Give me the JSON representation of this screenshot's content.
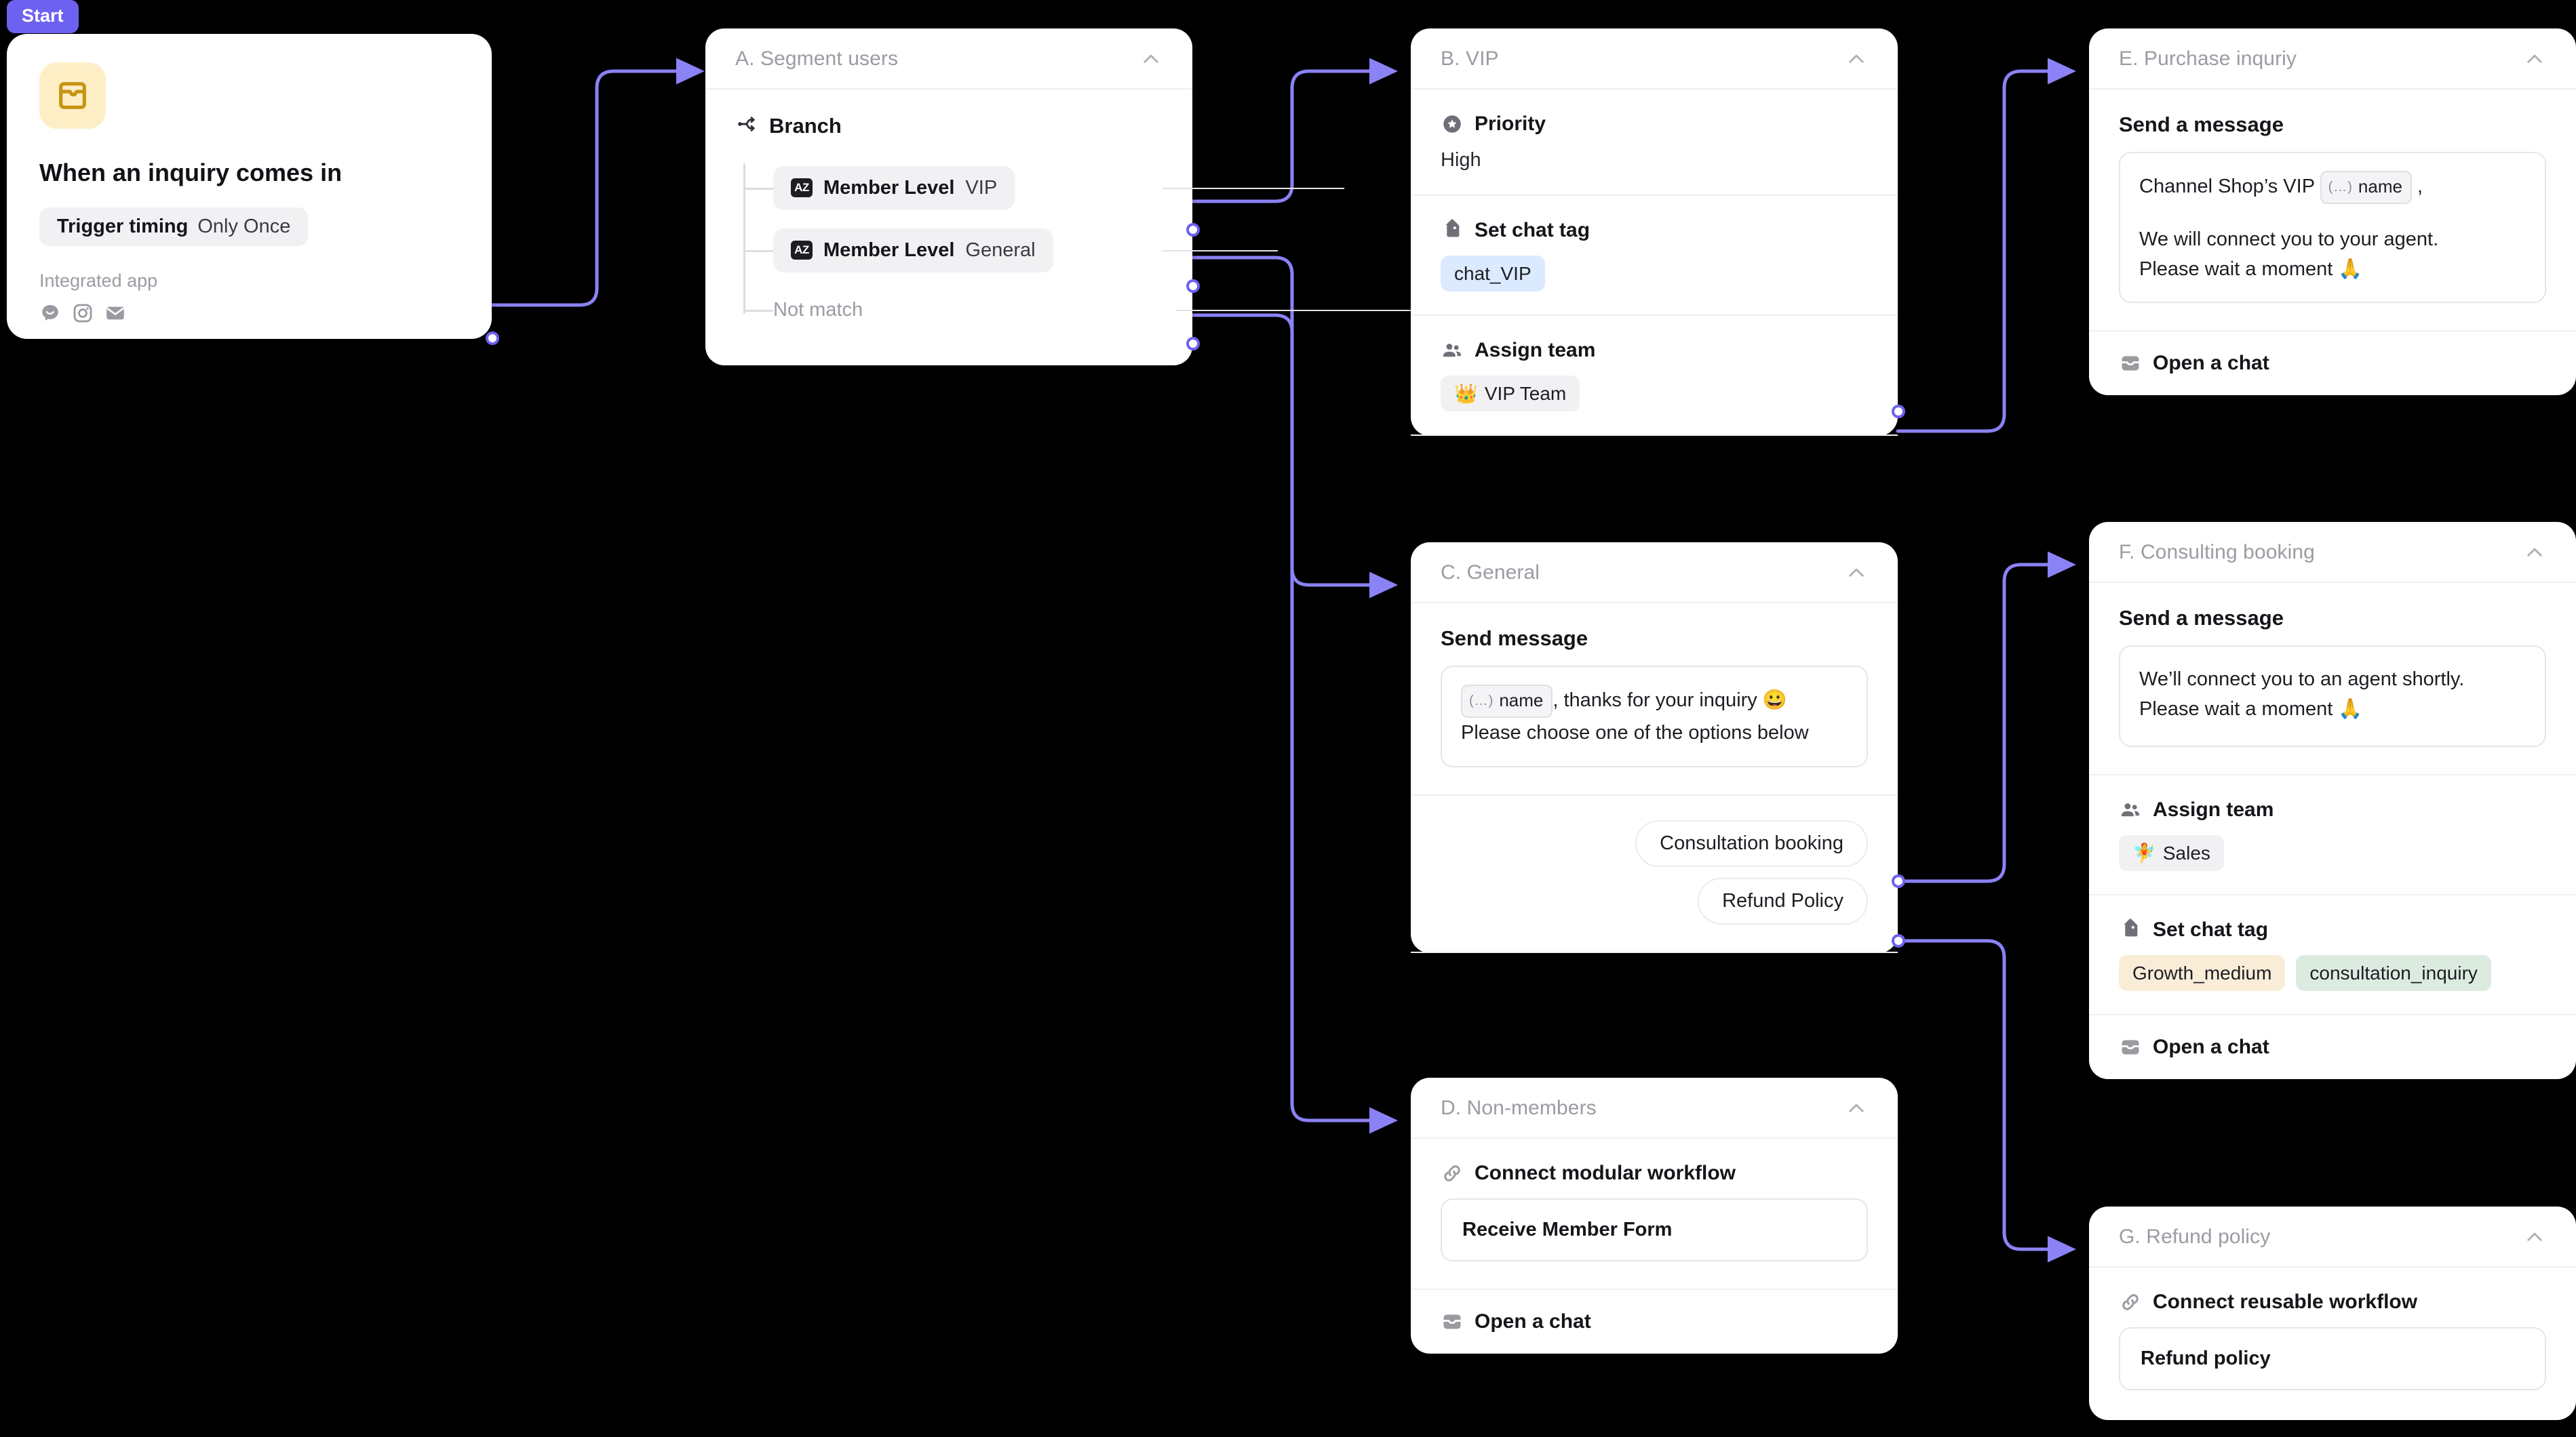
{
  "start": {
    "badge": "Start",
    "app_icon": "inbox-icon",
    "title": "When an inquiry comes in",
    "trigger_key": "Trigger timing",
    "trigger_value": "Only Once",
    "integrated_label": "Integrated app",
    "integrated_icons": [
      "chat-bubble-icon",
      "instagram-icon",
      "email-icon"
    ]
  },
  "nodes": {
    "a": {
      "title": "A. Segment users",
      "branch_label": "Branch",
      "branch_icon": "branch-icon",
      "conditions": [
        {
          "key": "Member Level",
          "value": "VIP",
          "icon": "az-icon"
        },
        {
          "key": "Member Level",
          "value": "General",
          "icon": "az-icon"
        }
      ],
      "not_match": "Not match"
    },
    "b": {
      "title": "B. VIP",
      "priority_label": "Priority",
      "priority_icon": "star-badge-icon",
      "priority_value": "High",
      "chat_tag_label": "Set chat tag",
      "chat_tag_icon": "tag-icon",
      "chat_tags": [
        {
          "text": "chat_VIP",
          "style": "blue"
        }
      ],
      "assign_team_label": "Assign team",
      "assign_team_icon": "people-icon",
      "assign_team_value": "VIP Team",
      "assign_team_emoji": "👑"
    },
    "c": {
      "title": "C. General",
      "send_label": "Send message",
      "message_var": "name",
      "message_line1_after_var": ", thanks for your inquiry 😀",
      "message_line2": "Please choose one of the options below",
      "options": [
        "Consultation booking",
        "Refund Policy"
      ]
    },
    "d": {
      "title": "D. Non-members",
      "connect_label": "Connect modular workflow",
      "connect_icon": "link-icon",
      "workflow_name": "Receive Member Form",
      "open_chat_label": "Open a chat",
      "open_chat_icon": "inbox-icon"
    },
    "e": {
      "title": "E. Purchase inquriy",
      "send_label": "Send a message",
      "message_prefix": "Channel Shop’s VIP",
      "message_var": "name",
      "message_suffix": ",",
      "message_line2": "We will connect you to your agent.",
      "message_line3": "Please wait a moment 🙏",
      "open_chat_label": "Open a chat",
      "open_chat_icon": "inbox-icon"
    },
    "f": {
      "title": "F. Consulting booking",
      "send_label": "Send a message",
      "message_line1": "We’ll connect you to an agent shortly.",
      "message_line2": "Please wait a moment 🙏",
      "assign_team_label": "Assign team",
      "assign_team_icon": "people-icon",
      "assign_team_value": "Sales",
      "assign_team_emoji": "🧚",
      "chat_tag_label": "Set chat tag",
      "chat_tag_icon": "tag-icon",
      "chat_tags": [
        {
          "text": "Growth_medium",
          "style": "cream"
        },
        {
          "text": "consultation_inquiry",
          "style": "green"
        }
      ],
      "open_chat_label": "Open a chat",
      "open_chat_icon": "inbox-icon"
    },
    "g": {
      "title": "G. Refund policy",
      "connect_label": "Connect reusable workflow",
      "connect_icon": "link-icon",
      "workflow_name": "Refund policy"
    }
  },
  "colors": {
    "canvas_bg": "#000000",
    "edge": "#8b82f5",
    "start_badge": "#6d62f0",
    "tag_blue": "#dbeafe",
    "tag_cream": "#faedd8",
    "tag_green": "#dcebe0",
    "tag_gray": "#f1f1f3",
    "card_bg": "#ffffff",
    "title_muted": "#9b9ba3"
  }
}
